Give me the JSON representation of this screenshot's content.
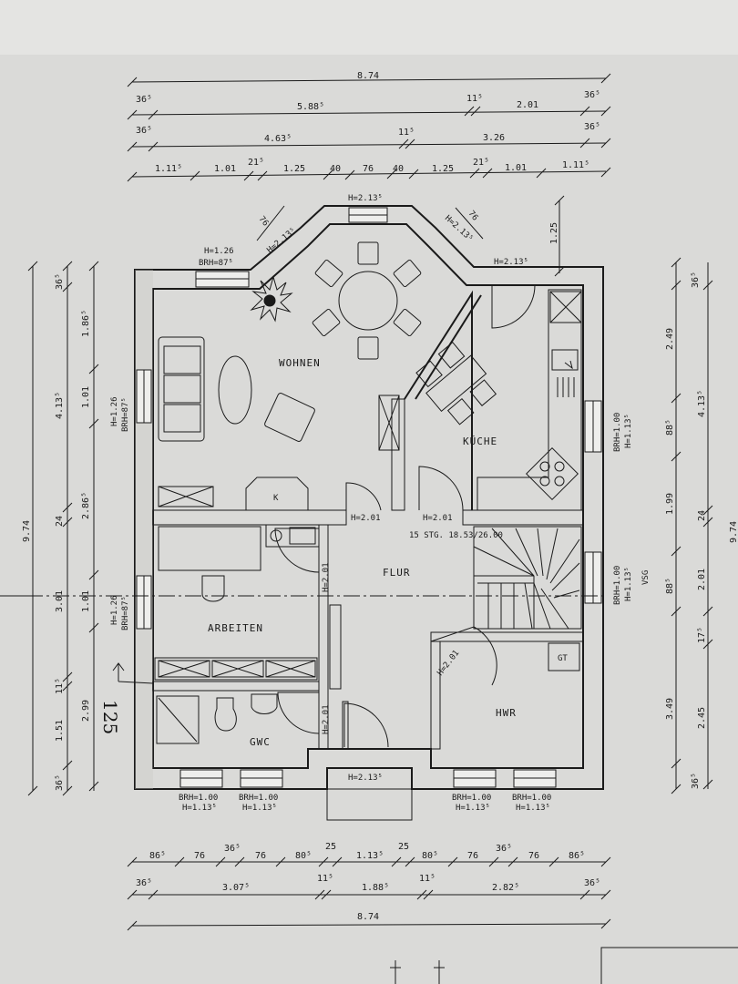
{
  "rooms": {
    "wohnen": "WOHNEN",
    "kueche": "KÜCHE",
    "flur": "FLUR",
    "arbeiten": "ARBEITEN",
    "gwc": "GWC",
    "hwr": "HWR",
    "k": "K",
    "gt": "GT"
  },
  "annotations": {
    "stair": "15 STG. 18.53/26.00",
    "h_bay": "H=2.13⁵",
    "h_bay_left": "H=2.13⁵",
    "h_bay_right": "H=2.13⁵",
    "bay_left_width": "76",
    "bay_right_width": "76",
    "win_wohnen_top": "H=1.26",
    "win_wohnen_top_brh": "BRH=87⁵",
    "win_kitchen_top": "H=2.13⁵",
    "dim_125_right": "1.25",
    "win_wohnen_left": "H=1.26",
    "win_wohnen_left_brh": "BRH=87⁵",
    "win_arbeiten_left": "H=1.26",
    "win_arbeiten_left_brh": "BRH=87⁵",
    "win_kitchen_right_brh": "BRH=1.00",
    "win_kitchen_right_h": "H=1.13⁵",
    "win_flur_right_brh": "BRH=1.00",
    "win_flur_right_h": "H=1.13⁵",
    "win_flur_right_vsg": "VSG",
    "door_wohnen": "H=2.01",
    "door_kueche": "H=2.01",
    "door_arbeiten": "H=2.01",
    "door_gwc": "H=2.01",
    "door_hwr": "H=2.01",
    "entrance": "H=2.13⁵",
    "bottom_win1_brh": "BRH=1.00",
    "bottom_win1_h": "H=1.13⁵",
    "bottom_win2_brh": "BRH=1.00",
    "bottom_win2_h": "H=1.13⁵",
    "bottom_win3_brh": "BRH=1.00",
    "bottom_win3_h": "H=1.13⁵",
    "bottom_win4_brh": "BRH=1.00",
    "bottom_win4_h": "H=1.13⁵",
    "handwritten": "125"
  },
  "top_dims": {
    "overall": "8.74",
    "r2": [
      "36⁵",
      "5.88⁵",
      "11⁵",
      "2.01",
      "36⁵"
    ],
    "r3": [
      "36⁵",
      "4.63⁵",
      "11⁵",
      "3.26",
      "36⁵"
    ],
    "r4": [
      "1.11⁵",
      "1.01",
      "21⁵",
      "1.25",
      "40",
      "76",
      "40",
      "1.25",
      "21⁵",
      "1.01",
      "1.11⁵"
    ]
  },
  "bottom_dims": {
    "r1": [
      "86⁵",
      "76",
      "36⁵",
      "76",
      "80⁵",
      "25",
      "1.13⁵",
      "25",
      "80⁵",
      "76",
      "36⁵",
      "76",
      "86⁵"
    ],
    "r2": [
      "36⁵",
      "3.07⁵",
      "11⁵",
      "1.88⁵",
      "11⁵",
      "2.82⁵",
      "36⁵"
    ],
    "overall": "8.74"
  },
  "left_dims": {
    "overall": "9.74",
    "c2": [
      "36⁵",
      "4.13⁵",
      "24",
      "3.01",
      "11⁵",
      "1.51",
      "36⁵"
    ],
    "c3": [
      "1.86⁵",
      "1.01",
      "2.86⁵",
      "1.01",
      "2.99"
    ]
  },
  "right_dims": {
    "overall": "9.74",
    "c1": [
      "36⁵",
      "2.49",
      "88⁵",
      "1.99",
      "88⁵",
      "3.49",
      "36⁵"
    ],
    "c2": [
      "4.13⁵",
      "24",
      "2.01",
      "17⁵",
      "2.45"
    ]
  }
}
